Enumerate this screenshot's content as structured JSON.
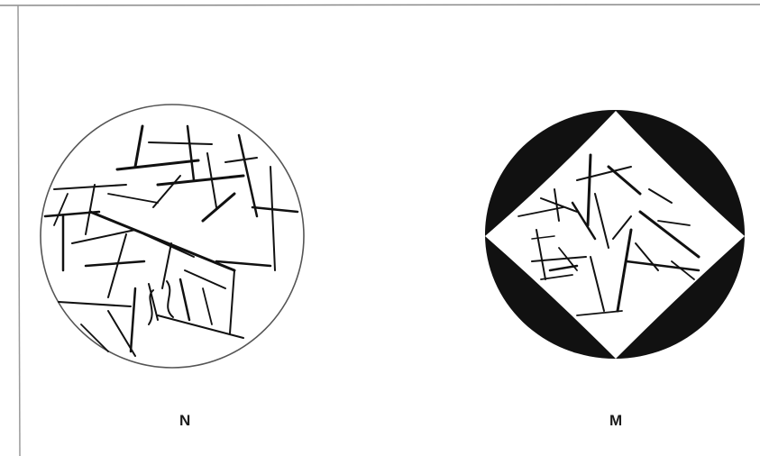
{
  "figure": {
    "panels": [
      {
        "id": "n",
        "label": "N",
        "description_key": "normal-field"
      },
      {
        "id": "m",
        "label": "M",
        "description_key": "masked-field"
      }
    ],
    "colors": {
      "ink": "#111111",
      "outline": "#555555",
      "paper": "#ffffff",
      "frame": "#8a8a8a"
    }
  }
}
